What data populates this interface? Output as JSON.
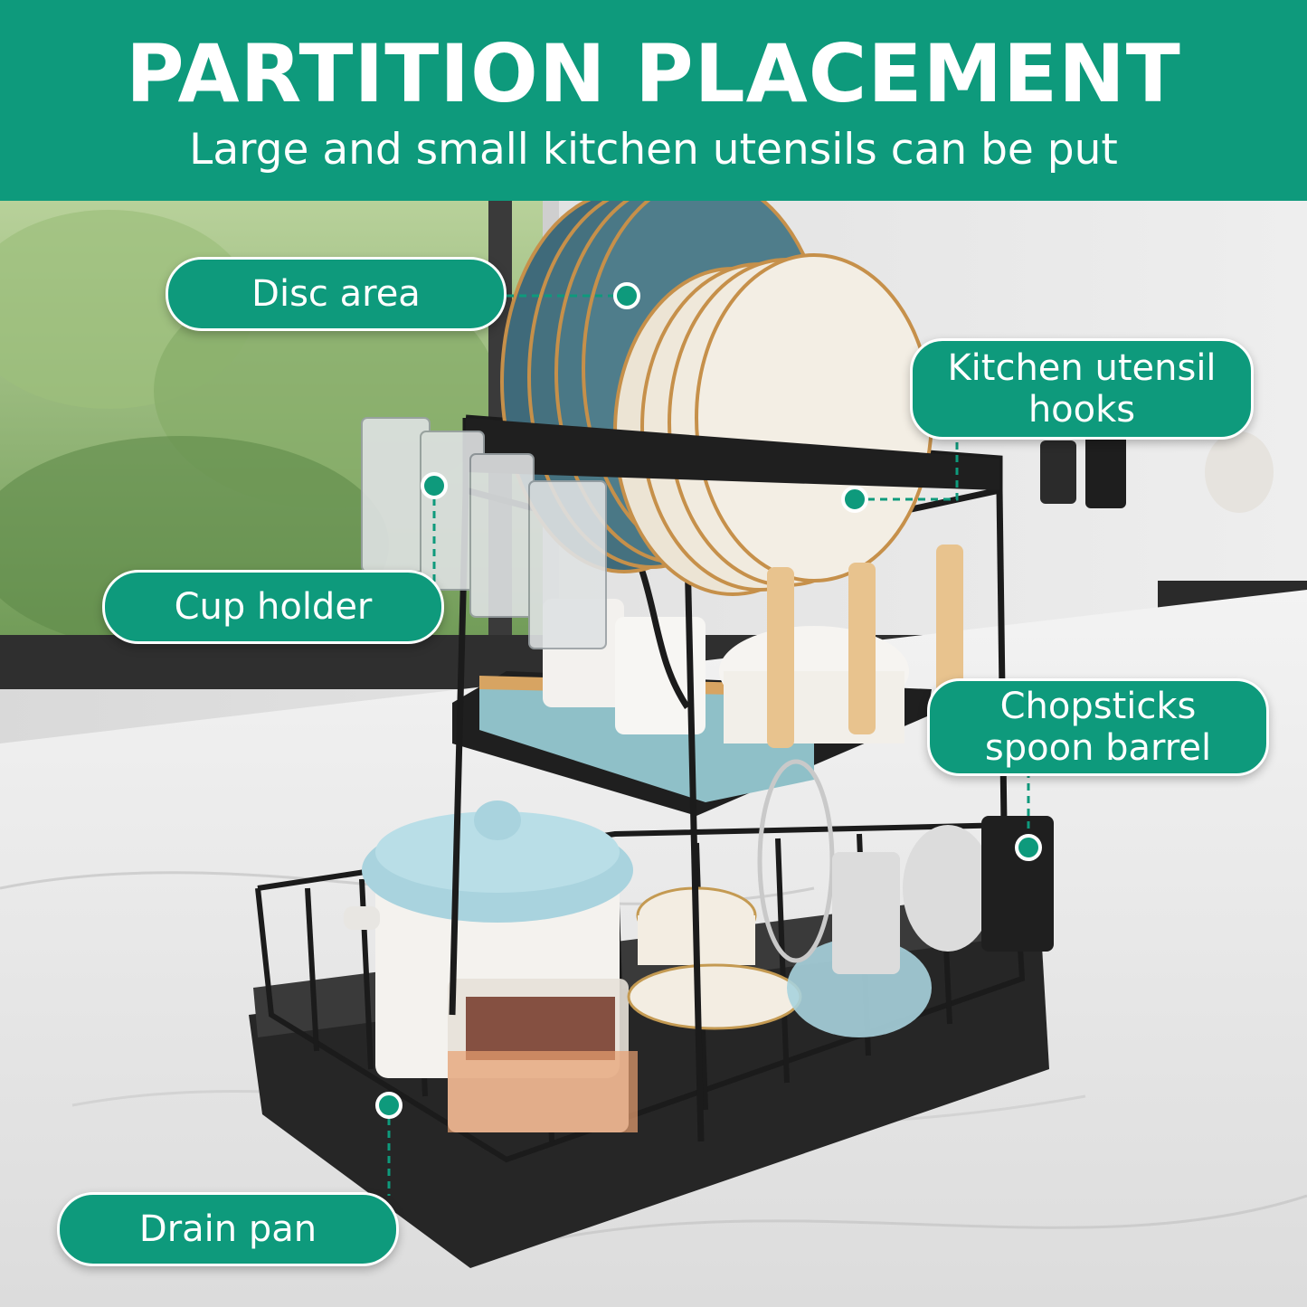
{
  "header": {
    "title": "PARTITION PLACEMENT",
    "subtitle": "Large and small kitchen utensils can be put"
  },
  "callouts": {
    "disc_area": "Disc area",
    "kitchen_utensil_hooks": "Kitchen utensil\nhooks",
    "cup_holder": "Cup holder",
    "chopsticks_spoon_barrel": "Chopsticks\nspoon barrel",
    "drain_pan": "Drain pan"
  },
  "colors": {
    "brand_green": "#0e9a7c",
    "rack_black": "#1f1f1f",
    "plate_blue": "#3f6a7a",
    "plate_cream": "#f2ece0",
    "pot_blue": "#a9d3de"
  }
}
